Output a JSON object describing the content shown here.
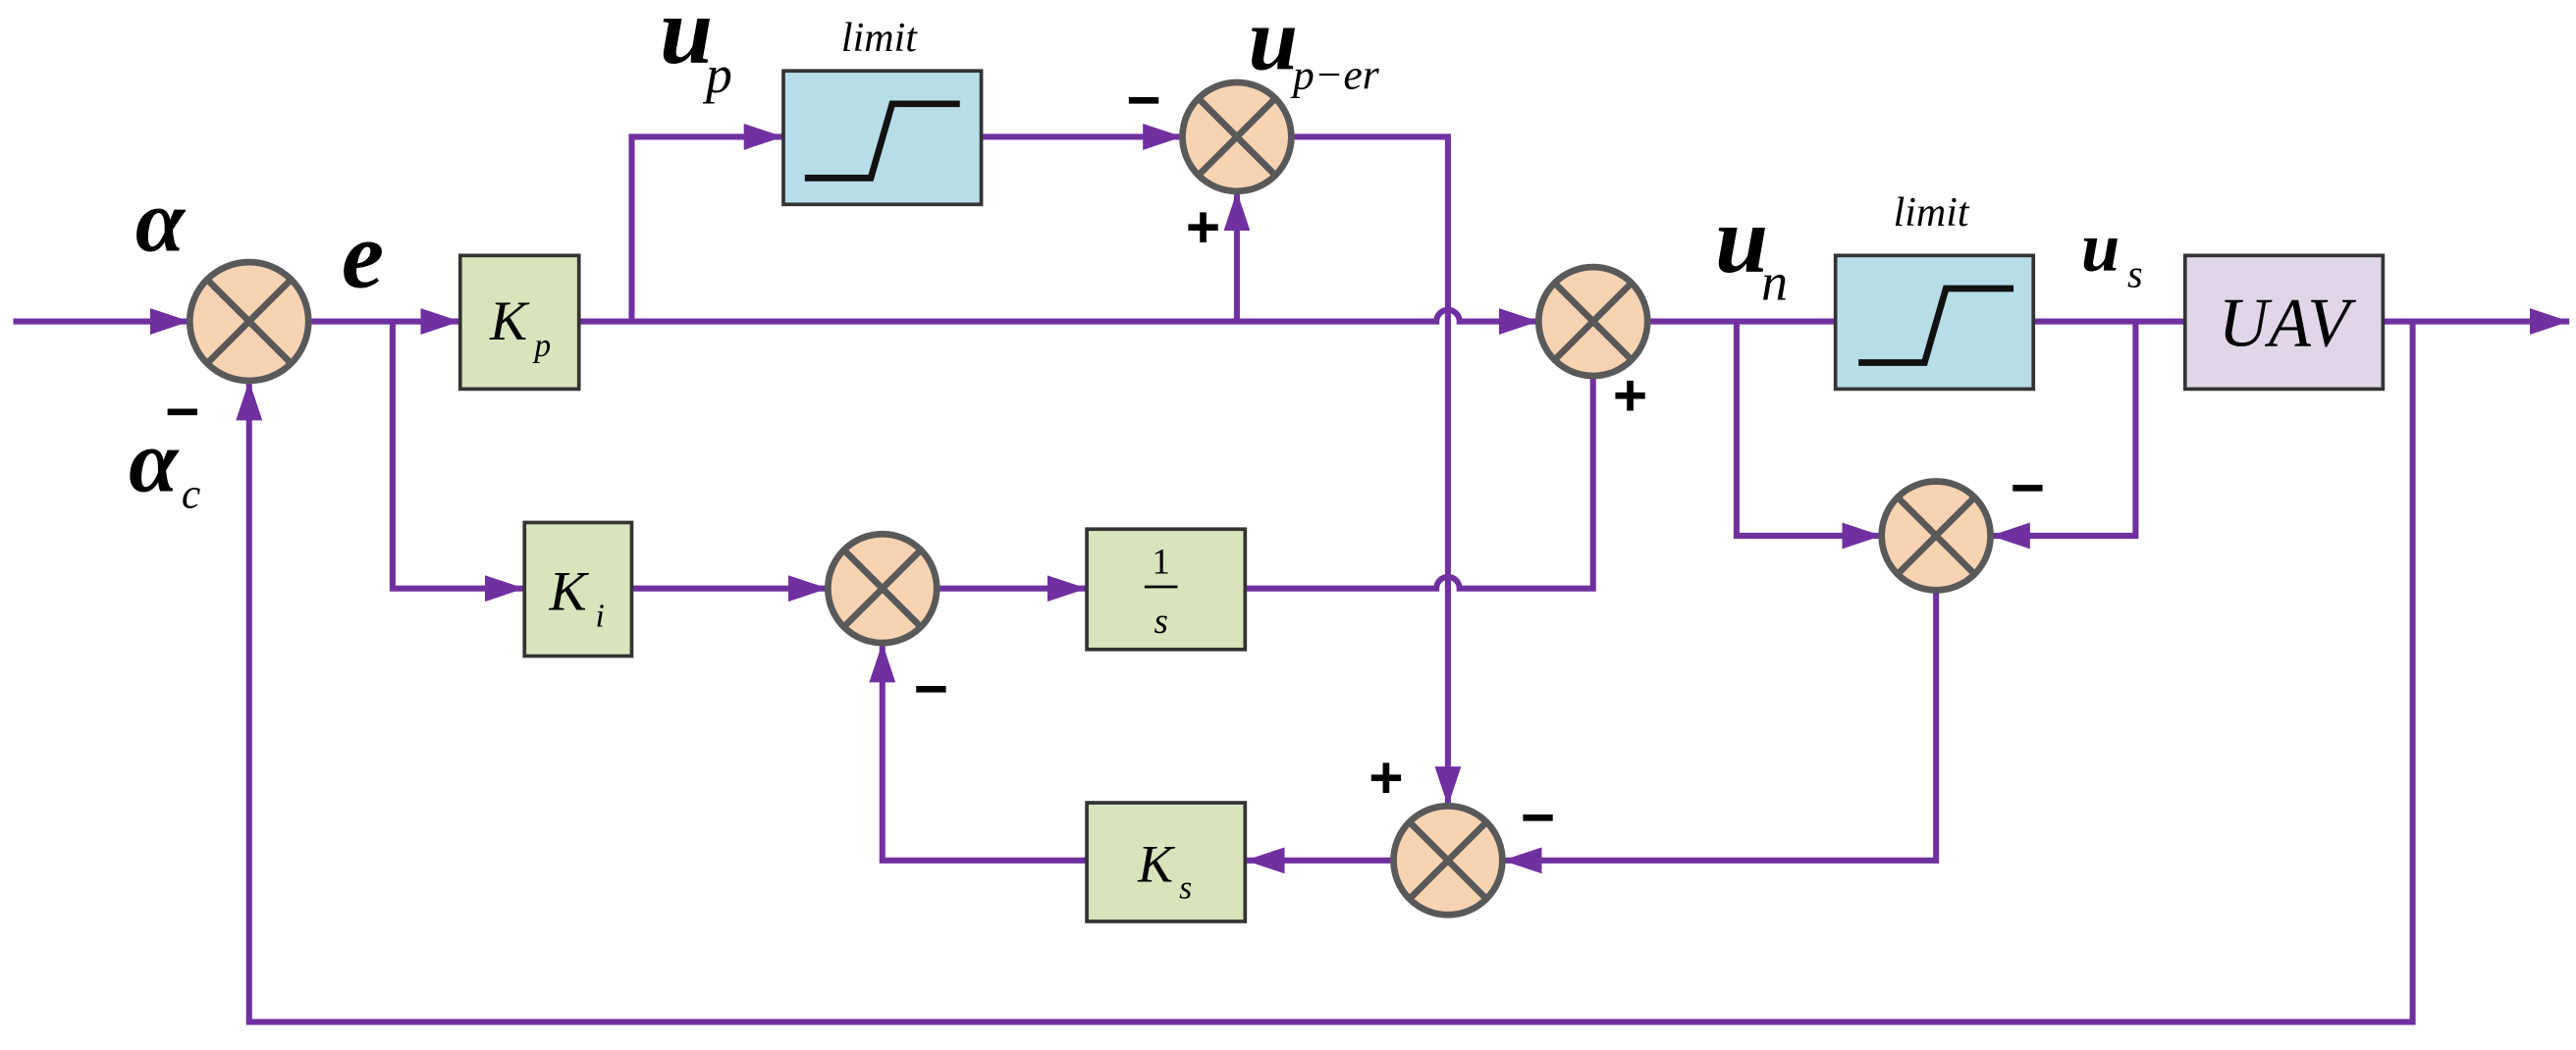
{
  "diagram": {
    "signals": {
      "alpha": "α",
      "error": "e",
      "alpha_c": {
        "base": "α",
        "sub": "c",
        "sign": "−"
      },
      "u_p": {
        "base": "u",
        "sub": "p"
      },
      "u_p_er": {
        "base": "u",
        "sub": "p−er"
      },
      "u_n": {
        "base": "u",
        "sub": "n"
      },
      "u_s": {
        "base": "u",
        "sub": "s"
      }
    },
    "blocks": {
      "kp": {
        "base": "K",
        "sub": "p"
      },
      "ki": {
        "base": "K",
        "sub": "i"
      },
      "ks": {
        "base": "K",
        "sub": "s"
      },
      "integrator": {
        "num": "1",
        "den": "s"
      },
      "limit_upper": {
        "label": "limit"
      },
      "limit_main": {
        "label": "limit"
      },
      "plant": {
        "label": "UAV"
      }
    },
    "signs": {
      "sum_pupper_left": "−",
      "sum_pupper_bottom": "+",
      "sum_main_bottom": "+",
      "sum_sat_right": "−",
      "sum_aw_top": "+",
      "sum_aw_right": "−",
      "sum_int_bottom": "−"
    },
    "colors": {
      "wire": "#7030a0",
      "summer_fill": "#f8d3b2",
      "summer_stroke": "#595959",
      "gain_fill": "#d8e4bc",
      "limit_fill": "#b7dde8",
      "plant_fill": "#e0d6e8"
    }
  }
}
